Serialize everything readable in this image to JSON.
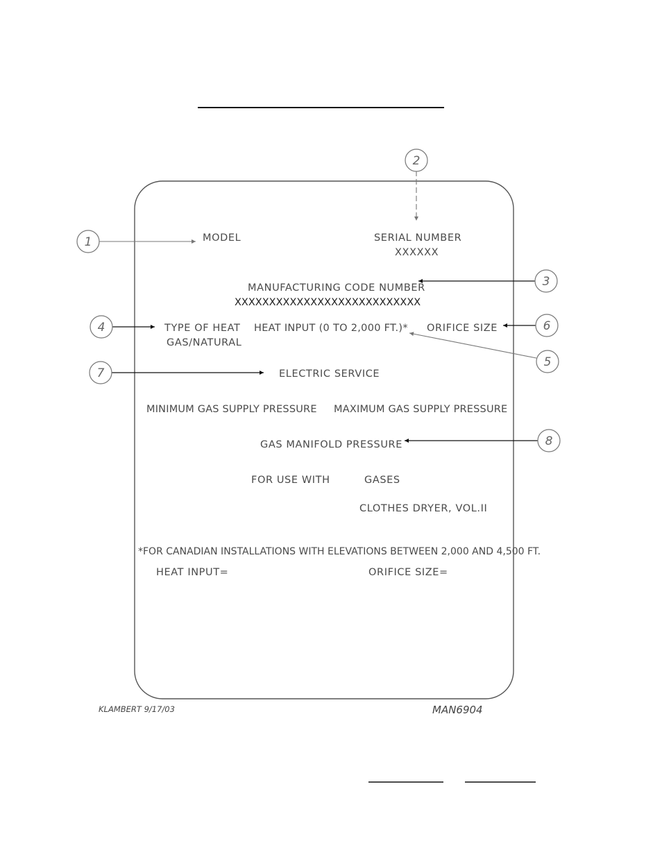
{
  "plate": {
    "model_label": "MODEL",
    "serial_label": "SERIAL NUMBER",
    "serial_value": "XXXXXX",
    "mfg_code_label": "MANUFACTURING CODE NUMBER",
    "mfg_code_value": "XXXXXXXXXXXXXXXXXXXXXXXXXXX",
    "type_of_heat_label": "TYPE OF HEAT",
    "type_of_heat_value": "GAS/NATURAL",
    "heat_input_label": "HEAT INPUT (0 TO 2,000 FT.)*",
    "orifice_size_label": "ORIFICE SIZE",
    "electric_service_label": "ELECTRIC SERVICE",
    "min_gas_label": "MINIMUM GAS SUPPLY PRESSURE",
    "max_gas_label": "MAXIMUM GAS SUPPLY PRESSURE",
    "manifold_label": "GAS MANIFOLD PRESSURE",
    "for_use_with_label": "FOR USE WITH",
    "gases_label": "GASES",
    "product_label": "CLOTHES DRYER, VOL.II",
    "canadian_note": "*FOR CANADIAN INSTALLATIONS WITH ELEVATIONS BETWEEN 2,000 AND 4,500 FT.",
    "heat_input_eq": "HEAT INPUT=",
    "orifice_size_eq": "ORIFICE SIZE="
  },
  "callouts": [
    "1",
    "2",
    "3",
    "4",
    "5",
    "6",
    "7",
    "8"
  ],
  "footer": {
    "author": "KLAMBERT 9/17/03",
    "drawing_id": "MAN6904"
  }
}
